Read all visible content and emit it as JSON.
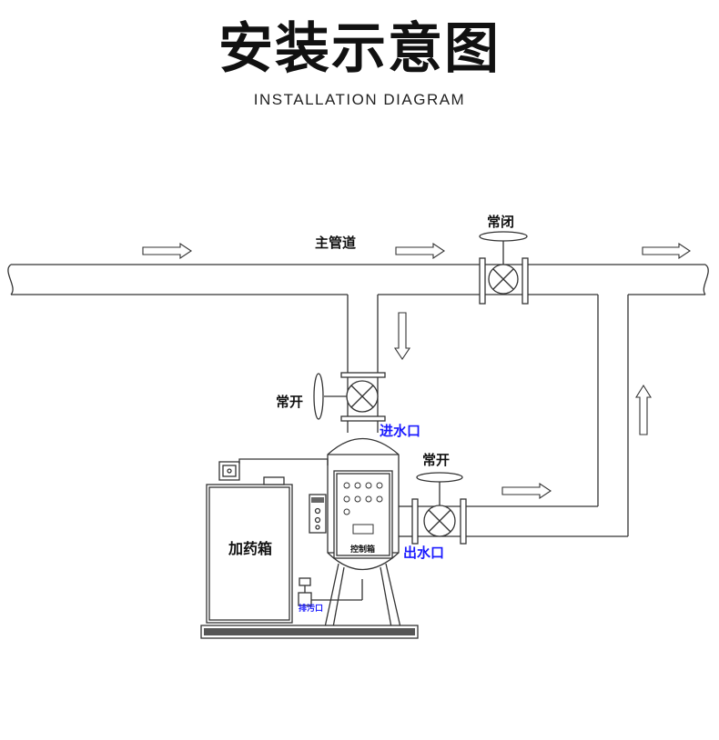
{
  "title": "安装示意图",
  "subtitle": "INSTALLATION DIAGRAM",
  "labels": {
    "main_pipe": "主管道",
    "normally_closed": "常闭",
    "normally_open_left": "常开",
    "normally_open_right": "常开",
    "water_inlet": "进水口",
    "water_outlet": "出水口",
    "dosing_tank": "加药箱",
    "control_box": "控制箱",
    "drain_outlet": "排污口"
  },
  "colors": {
    "line": "#333333",
    "accent_label": "#1a1aff",
    "base": "#444444"
  }
}
